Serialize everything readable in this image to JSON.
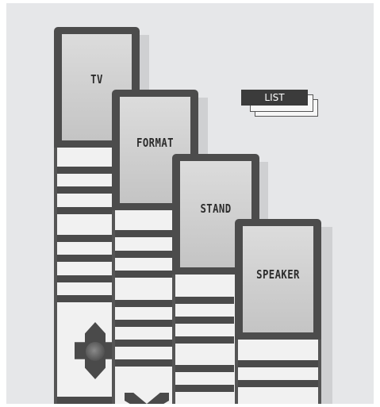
{
  "remotes": [
    {
      "id": "tv",
      "label": "TV"
    },
    {
      "id": "format",
      "label": "FORMAT"
    },
    {
      "id": "stand",
      "label": "STAND"
    },
    {
      "id": "speaker",
      "label": "SPEAKER"
    }
  ],
  "list_button": {
    "label": "LIST"
  },
  "colors": {
    "background": "#e6e7e9",
    "remote_frame": "#4c4c4c",
    "screen": "#cfcfcf",
    "button_bar": "#4a4a4a",
    "list_button": "#3b3b3b"
  }
}
